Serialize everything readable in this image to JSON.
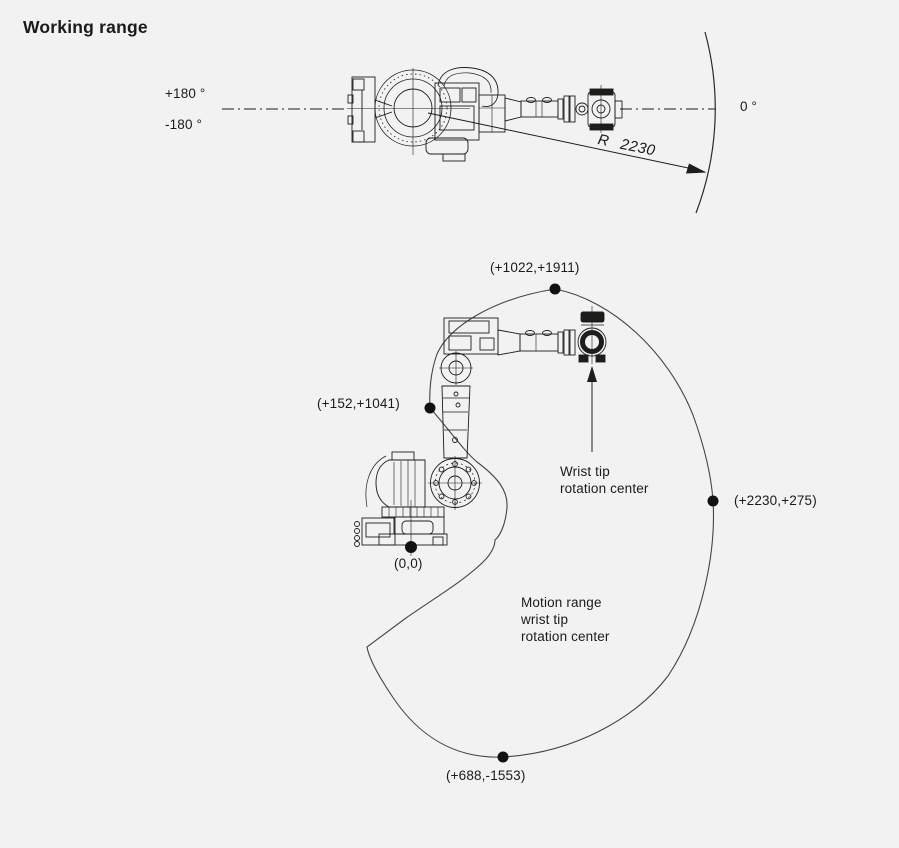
{
  "title": "Working range",
  "colors": {
    "background": "#f2f2f2",
    "line_art": "#1d1d1b",
    "envelope_line": "#444444",
    "text": "#1a1a1a"
  },
  "top_view": {
    "label_plus_rotation": "+180 °",
    "label_minus_rotation": "-180 °",
    "label_zero_rotation": "0 °",
    "radius_label": "R 2230"
  },
  "side_view": {
    "coordinates": [
      {
        "id": "upper",
        "label": "(+1022,+1911)"
      },
      {
        "id": "left",
        "label": "(+152,+1041)"
      },
      {
        "id": "right",
        "label": "(+2230,+275)"
      },
      {
        "id": "origin",
        "label": "(0,0)"
      },
      {
        "id": "bottom",
        "label": "(+688,-1553)"
      }
    ],
    "wrist_caption": [
      "Wrist tip",
      "rotation center"
    ],
    "motion_caption": [
      "Motion range",
      "wrist tip",
      "rotation center"
    ]
  }
}
